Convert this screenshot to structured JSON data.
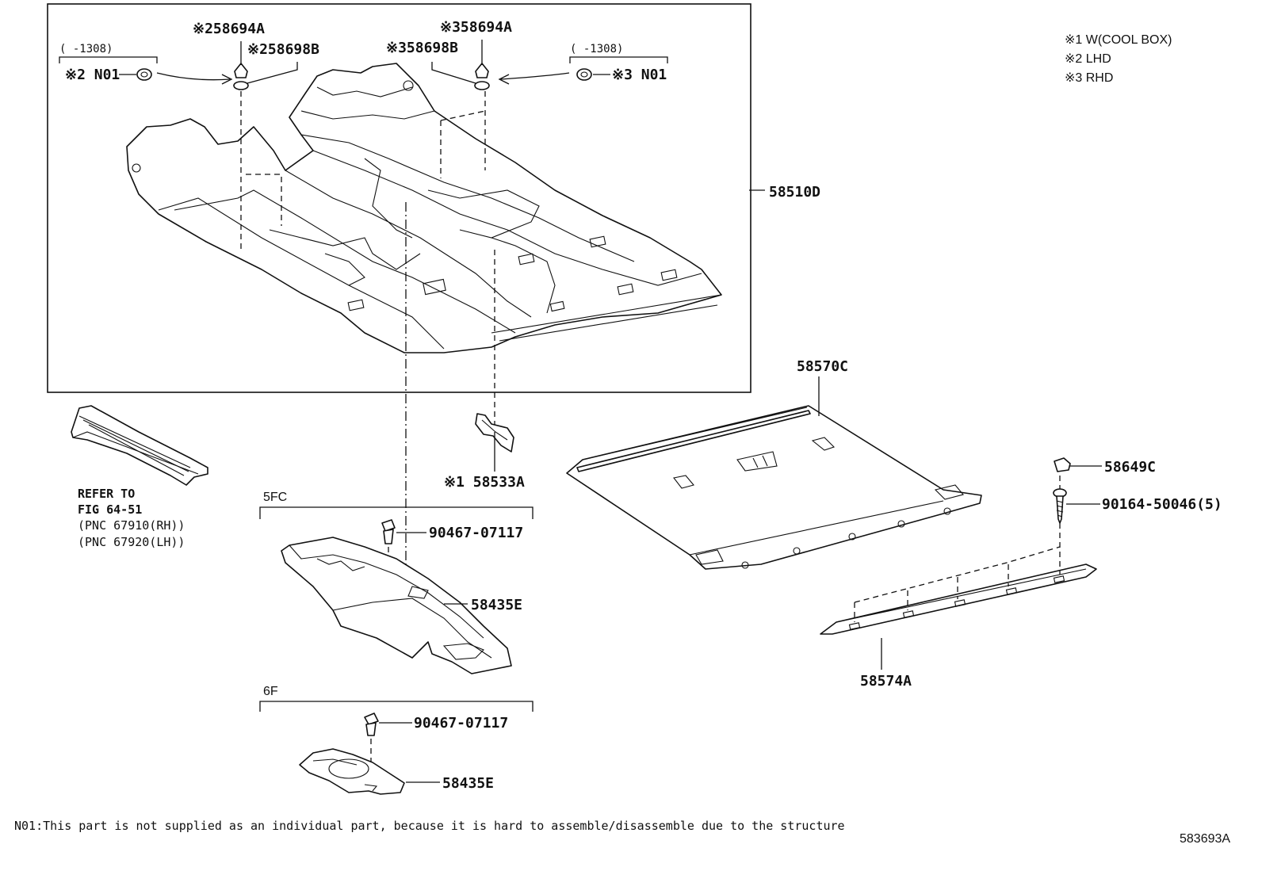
{
  "legend": {
    "line1": "※1 W(COOL BOX)",
    "line2": "※2 LHD",
    "line3": "※3 RHD"
  },
  "labels": {
    "p58694A_l": "※258694A",
    "p58698B_l": "※258698B",
    "p58694A_r": "※358694A",
    "p58698B_r": "※358698B",
    "n01_l": "※2 N01",
    "n01_r": "※3 N01",
    "date_l": "(     -1308)",
    "date_r": "(     -1308)",
    "p58510D": "58510D",
    "p58570C": "58570C",
    "p58533A": "※1 58533A",
    "p58649C": "58649C",
    "p90164": "90164-50046(5)",
    "p58574A": "58574A",
    "p90467_a": "90467-07117",
    "p58435E_a": "58435E",
    "p90467_b": "90467-07117",
    "p58435E_b": "58435E",
    "group_5fc": "5FC",
    "group_6f": "6F"
  },
  "refer": {
    "line1": "REFER TO",
    "line2": "FIG 64-51",
    "line3": "(PNC 67910(RH))",
    "line4": "(PNC 67920(LH))"
  },
  "footnote": "N01:This part is not supplied as an individual part,  because it is hard to assemble/disassemble due to the structure",
  "figure_id": "583693A"
}
